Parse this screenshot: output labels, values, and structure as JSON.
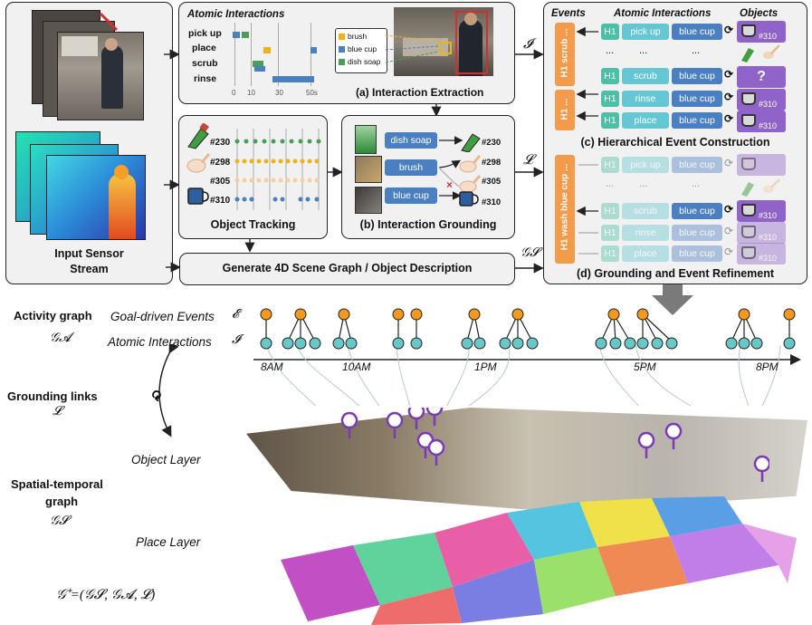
{
  "input_panel": {
    "label_line1": "Input Sensor",
    "label_line2": "Stream"
  },
  "extraction": {
    "header": "Atomic Interactions",
    "rows": [
      "pick up",
      "place",
      "scrub",
      "rinse"
    ],
    "ticks": [
      "0",
      "10",
      "30",
      "50s"
    ],
    "legend": [
      "brush",
      "blue cup",
      "dish soap"
    ],
    "caption": "(a) Interaction Extraction"
  },
  "tracking": {
    "ids": [
      "#230",
      "#298",
      "#305",
      "#310"
    ],
    "caption": "Object Tracking"
  },
  "grounding": {
    "items": [
      "dish soap",
      "brush",
      "blue cup"
    ],
    "ids": [
      "#230",
      "#298",
      "#305",
      "#310"
    ],
    "caption": "(b) Interaction Grounding"
  },
  "scene_graph_button": "Generate 4D Scene Graph / Object Description",
  "symbols": {
    "I": "𝓘",
    "L": "𝓛",
    "Gs": "𝒢𝓢"
  },
  "event_panel": {
    "headers": [
      "Events",
      "Atomic Interactions",
      "Objects"
    ],
    "top_rows": [
      {
        "h": "H1",
        "act": "pick up",
        "obj": "blue cup",
        "id": "#310"
      },
      {
        "h": "...",
        "act": "...",
        "obj": "...",
        "id": ""
      },
      {
        "h": "H1",
        "act": "scrub",
        "obj": "blue cup",
        "id": "?"
      },
      {
        "h": "H1",
        "act": "rinse",
        "obj": "blue cup",
        "id": "#310"
      },
      {
        "h": "H1",
        "act": "place",
        "obj": "blue cup",
        "id": "#310"
      }
    ],
    "event1": "H1 scrub ...",
    "event2": "H1 ...",
    "caption_c": "(c) Hierarchical Event Construction",
    "bottom_rows": [
      {
        "h": "H1",
        "act": "pick up",
        "obj": "blue cup",
        "id": ""
      },
      {
        "h": "...",
        "act": "...",
        "obj": "...",
        "id": ""
      },
      {
        "h": "H1",
        "act": "scrub",
        "obj": "blue cup",
        "id": "#310"
      },
      {
        "h": "H1",
        "act": "rinse",
        "obj": "blue cup",
        "id": "#310"
      },
      {
        "h": "H1",
        "act": "place",
        "obj": "blue cup",
        "id": "#310"
      }
    ],
    "event3": "H1 wash blue cup ...",
    "caption_d": "(d) Grounding and Event Refinement"
  },
  "bottom": {
    "activity_graph": "Activity graph",
    "ga": "𝒢𝓐",
    "goal_events": "Goal-driven Events",
    "E": "𝓔",
    "atomic": "Atomic Interactions",
    "I": "𝓘",
    "times": [
      "8AM",
      "10AM",
      "1PM",
      "5PM",
      "8PM"
    ],
    "grounding_links": "Grounding links",
    "L": "𝓛",
    "object_layer": "Object Layer",
    "spatial_line1": "Spatial-temporal",
    "spatial_line2": "graph",
    "gs": "𝒢𝓢",
    "place_layer": "Place Layer",
    "formula": "𝒢⁺=(𝒢𝓢, 𝒢𝓐, 𝓛)"
  }
}
